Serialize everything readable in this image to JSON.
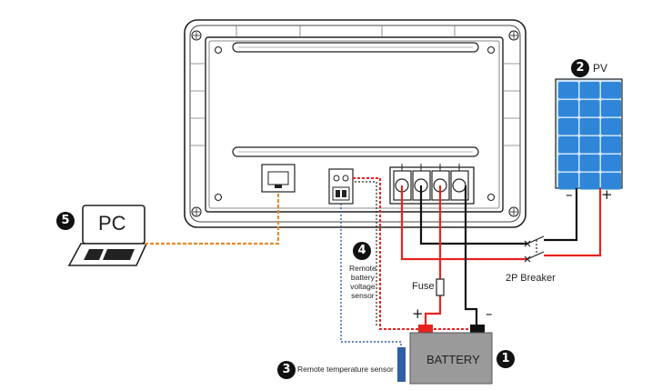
{
  "laptop": {
    "screen_text": "PC",
    "badge": "5"
  },
  "pv": {
    "label": "PV",
    "badge": "2",
    "minus": "–",
    "plus": "+"
  },
  "breaker": {
    "label": "2P Breaker"
  },
  "fuse": {
    "label": "Fuse"
  },
  "battery": {
    "label": "BATTERY",
    "badge": "1",
    "plus": "+",
    "minus": "–"
  },
  "voltage_sensor": {
    "badge": "4",
    "lines": [
      "Remote",
      "battery",
      "voltage",
      "sensor"
    ]
  },
  "temperature_sensor": {
    "badge": "3",
    "label": "Remote temperature sensor"
  },
  "colors": {
    "positive": "#e8231f",
    "negative": "#111111",
    "comm": "#e58a2a",
    "sense": "#2f5fa6",
    "panel": "#2f86d8",
    "battery": "#9a9a9a"
  }
}
